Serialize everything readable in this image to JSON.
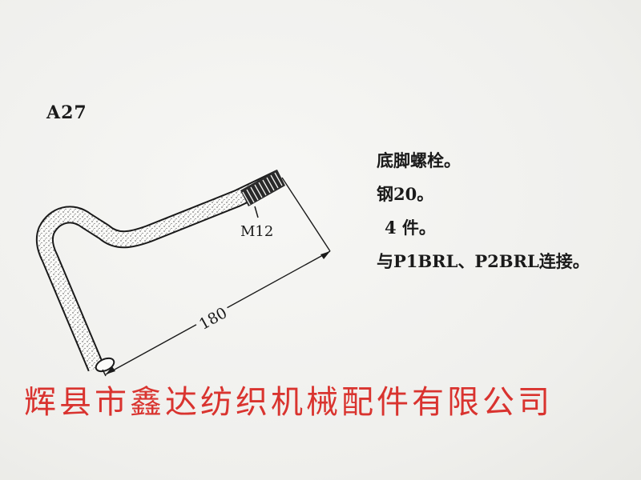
{
  "document": {
    "part_code": "A27",
    "drawing": {
      "thread_label": "M12",
      "length_dimension": "180"
    },
    "description": {
      "name": "底脚螺栓。",
      "material": "钢20。",
      "quantity": "4 件。",
      "connection": "与P1BRL、P2BRL连接。"
    },
    "watermark": {
      "company": "辉县市鑫达纺织机械配件有限公司",
      "color": "#d8241f"
    }
  }
}
